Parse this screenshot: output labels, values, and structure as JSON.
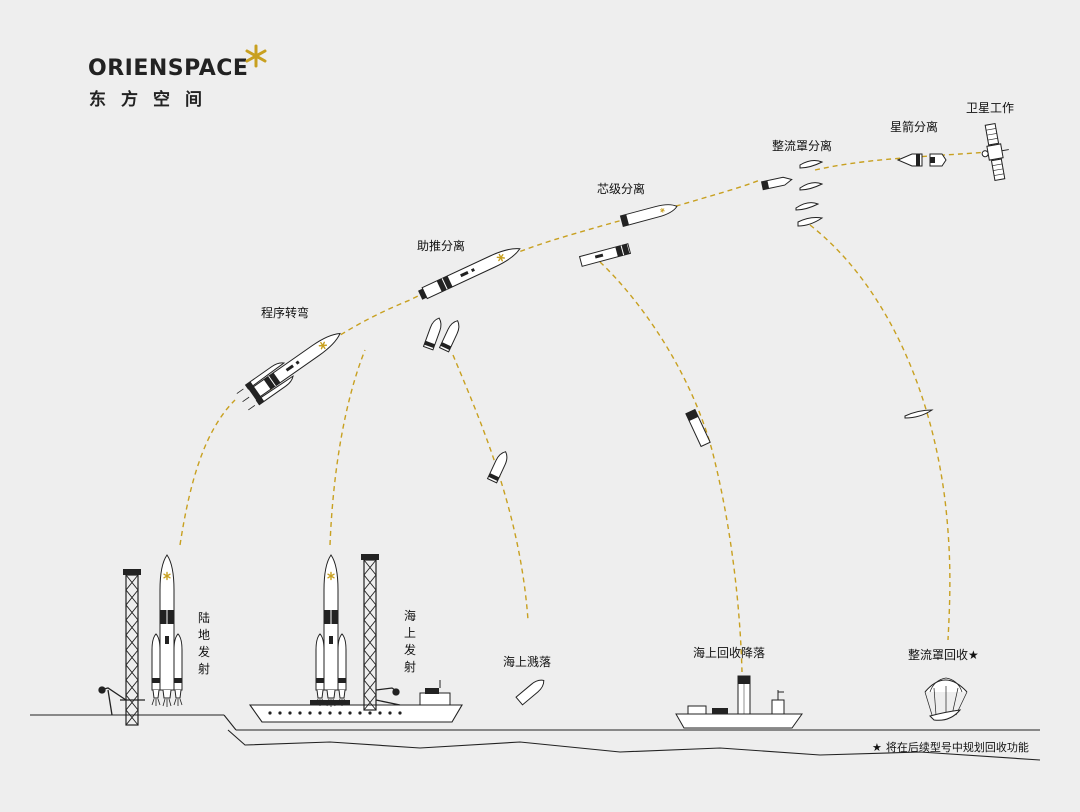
{
  "brand": {
    "name_en": "ORIENSPACE",
    "name_zh": "东方空间",
    "accent_color": "#c8a020"
  },
  "stages": {
    "pitch_over": "程序转弯",
    "booster_separation": "助推分离",
    "core_separation": "芯级分离",
    "fairing_separation": "整流罩分离",
    "payload_separation": "星箭分离",
    "satellite_operation": "卫星工作"
  },
  "sites": {
    "land_launch": "陆地发射",
    "sea_launch": "海上发射"
  },
  "recovery": {
    "sea_splashdown": "海上溅落",
    "sea_landing": "海上回收降落",
    "fairing_recovery": "整流罩回收",
    "fairing_recovery_mark": "★"
  },
  "footnote": {
    "mark": "★",
    "text": "将在后续型号中规划回收功能"
  },
  "colors": {
    "trajectory": "#c8a020",
    "line": "#222222",
    "background": "#eeeeee"
  }
}
